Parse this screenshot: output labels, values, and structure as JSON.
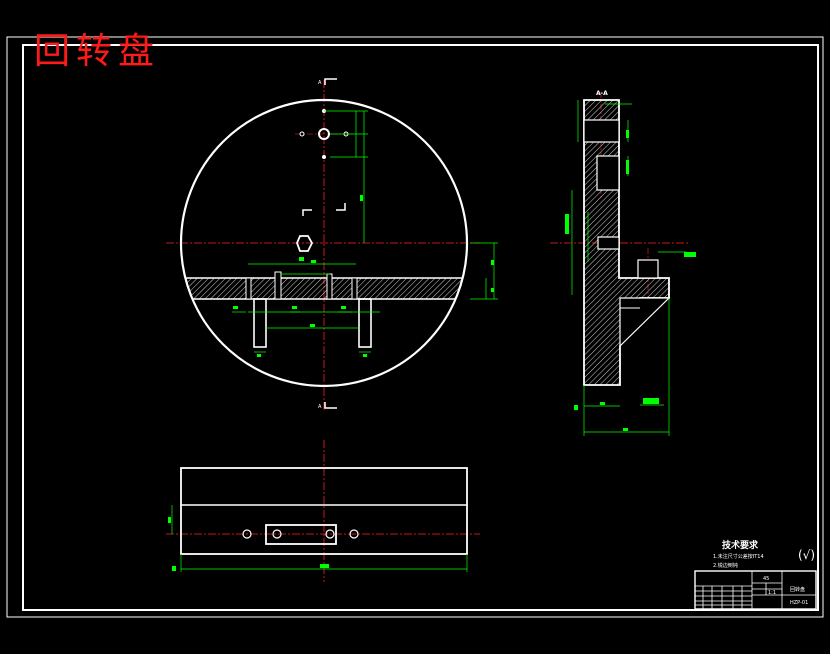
{
  "drawing": {
    "title": "回转盘",
    "section_marks": {
      "top": "A",
      "bottom": "A",
      "side": "A-A"
    },
    "tech_requirements": {
      "heading": "技术要求",
      "notes": [
        "1.未注尺寸公差按IT14",
        "2.锐边倒钝"
      ],
      "roughness": "(√)"
    },
    "title_block": {
      "part_name": "回转盘",
      "material": "45",
      "drawing_no": "HZP-01",
      "scale": "1:1"
    }
  },
  "colors": {
    "background": "#000000",
    "outline": "#ffffff",
    "centerline": "#ff2020",
    "dimension": "#00ff00",
    "title": "#ff1a1a"
  }
}
